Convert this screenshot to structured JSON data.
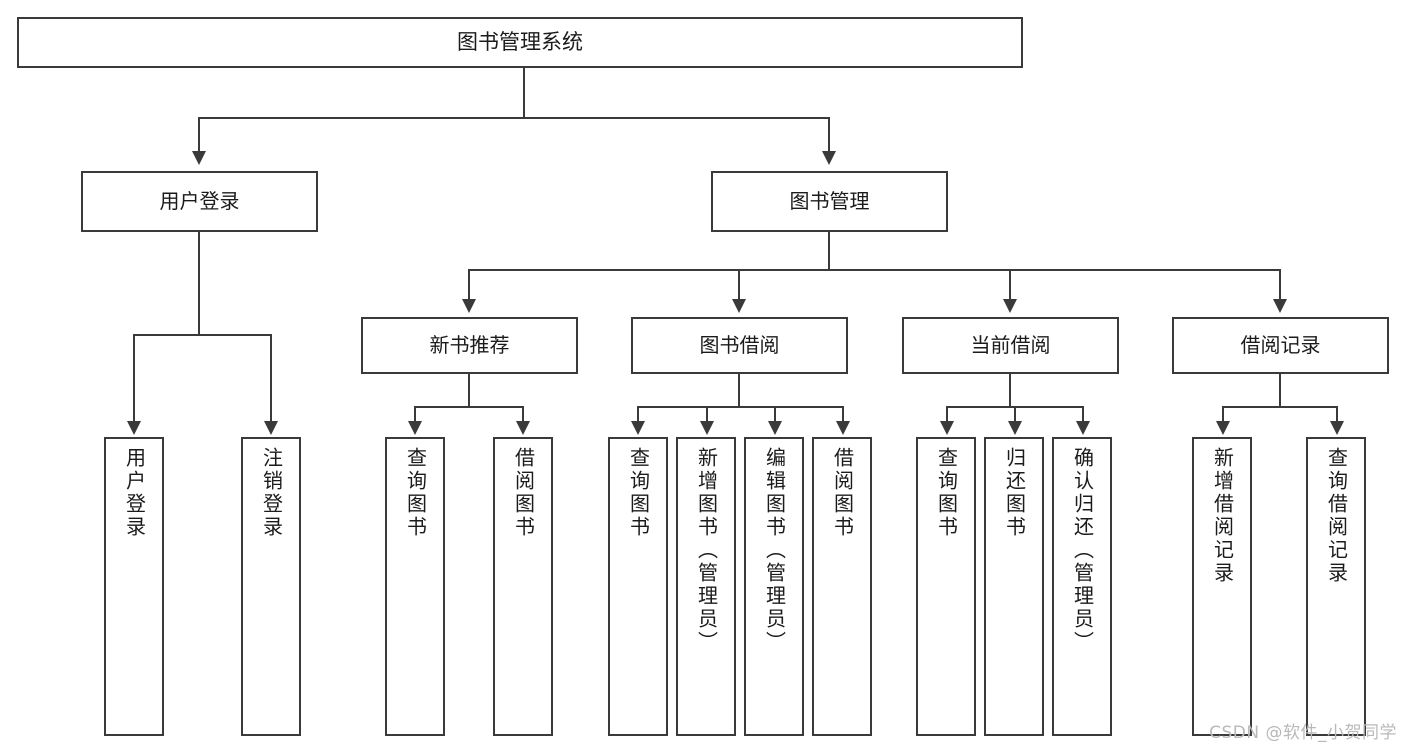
{
  "diagram": {
    "title": "图书管理系统",
    "type": "tree",
    "watermark": "CSDN @软件_小贺同学",
    "colors": {
      "stroke": "#3a3a3a",
      "fill": "#ffffff",
      "text": "#1b1b1b",
      "watermark": "#b9b9b9"
    },
    "root": {
      "label": "图书管理系统"
    },
    "level1": [
      {
        "label": "用户登录"
      },
      {
        "label": "图书管理"
      }
    ],
    "level2": [
      {
        "label": "新书推荐"
      },
      {
        "label": "图书借阅"
      },
      {
        "label": "当前借阅"
      },
      {
        "label": "借阅记录"
      }
    ],
    "leaves": {
      "user_login": [
        {
          "label": "用户登录"
        },
        {
          "label": "注销登录"
        }
      ],
      "new_book_recommend": [
        {
          "label": "查询图书"
        },
        {
          "label": "借阅图书"
        }
      ],
      "book_borrow": [
        {
          "label": "查询图书"
        },
        {
          "label": "新增图书（管理员）"
        },
        {
          "label": "编辑图书（管理员）"
        },
        {
          "label": "借阅图书"
        }
      ],
      "current_borrow": [
        {
          "label": "查询图书"
        },
        {
          "label": "归还图书"
        },
        {
          "label": "确认归还（管理员）"
        }
      ],
      "borrow_record": [
        {
          "label": "新增借阅记录"
        },
        {
          "label": "查询借阅记录"
        }
      ]
    }
  }
}
